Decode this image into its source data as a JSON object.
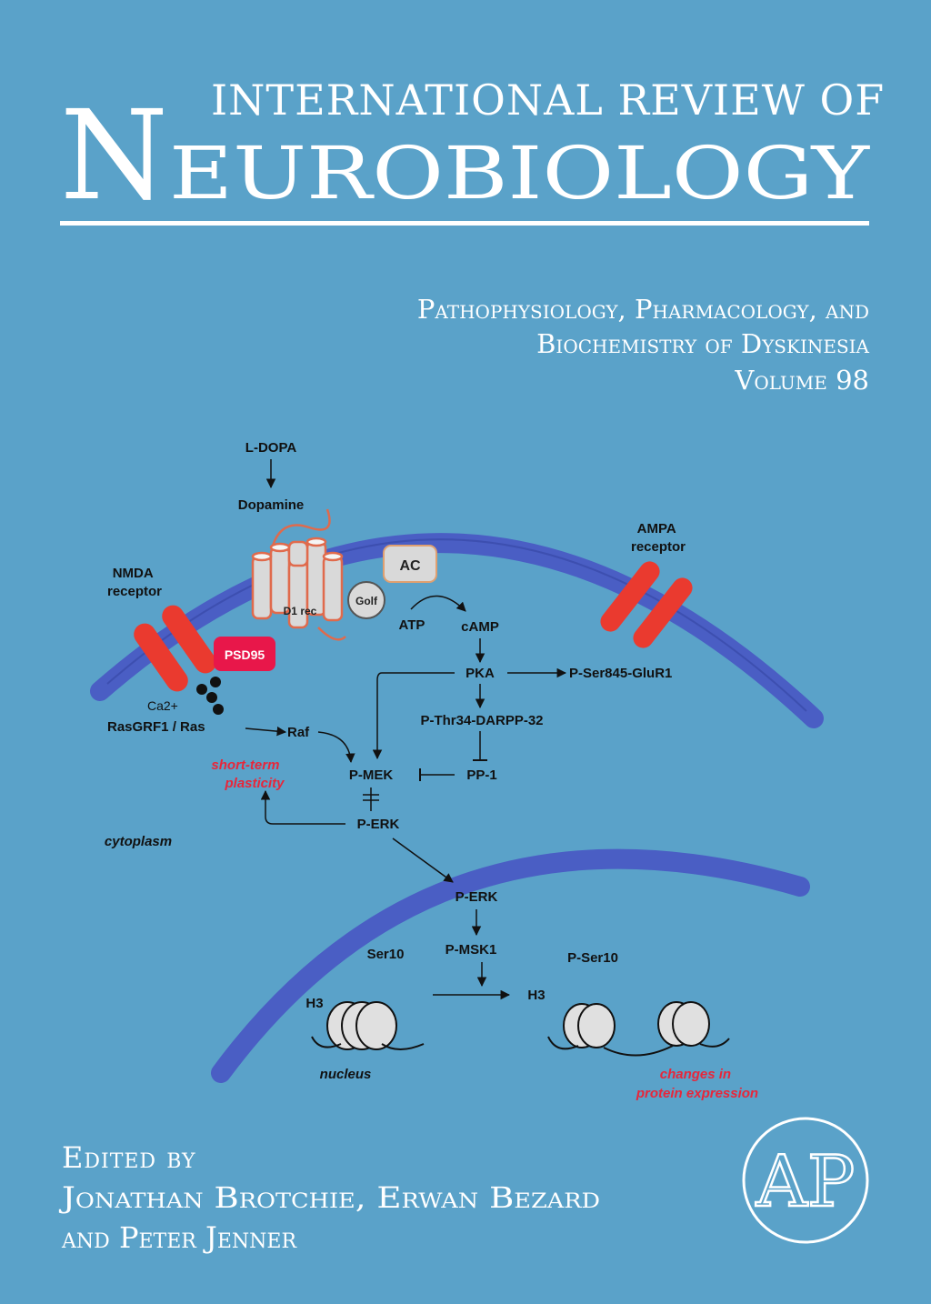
{
  "series": {
    "line1": "INTERNATIONAL REVIEW OF",
    "line2_initial": "N",
    "line2_rest": "EUROBIOLOGY"
  },
  "volume": {
    "title_line1": "Pathophysiology, Pharmacology, and",
    "title_line2": "Biochemistry of Dyskinesia",
    "number_label": "Volume 98"
  },
  "diagram": {
    "ldopa": "L-DOPA",
    "dopamine": "Dopamine",
    "nmda_line1": "NMDA",
    "nmda_line2": "receptor",
    "ampa_line1": "AMPA",
    "ampa_line2": "receptor",
    "psd95": "PSD95",
    "ac": "AC",
    "golf": "Golf",
    "d1rec": "D1 rec",
    "atp": "ATP",
    "camp": "cAMP",
    "pka": "PKA",
    "pser845": "P-Ser845-GluR1",
    "darpp": "P-Thr34-DARPP-32",
    "ca2": "Ca2+",
    "rasgrf": "RasGRF1 / Ras",
    "raf": "Raf",
    "pmek": "P-MEK",
    "pp1": "PP-1",
    "short_term_line1": "short-term",
    "short_term_line2": "plasticity",
    "perk1": "P-ERK",
    "cytoplasm": "cytoplasm",
    "perk2": "P-ERK",
    "pmsk1": "P-MSK1",
    "ser10": "Ser10",
    "pser10": "P-Ser10",
    "h3_left": "H3",
    "h3_right": "H3",
    "nucleus": "nucleus",
    "changes_line1": "changes in",
    "changes_line2": "protein expression"
  },
  "editors": {
    "line1": "Edited by",
    "line2": "Jonathan Brotchie, Erwan Bezard",
    "line3": "and Peter Jenner"
  },
  "publisher_logo": "AP",
  "colors": {
    "background": "#5aa2c9",
    "membrane": "#4a5ec4",
    "receptor_red": "#ea3a2f",
    "psd95": "#e8174a",
    "annotation_red": "#e8263a"
  }
}
